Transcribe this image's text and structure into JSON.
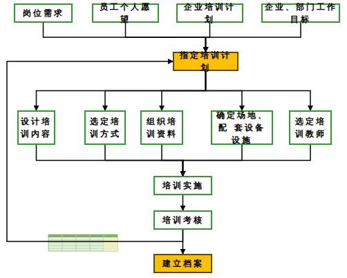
{
  "diagram": {
    "nodes": [
      {
        "text": [
          "岗位需求"
        ]
      },
      {
        "text": [
          "员工个人愿望"
        ]
      },
      {
        "text": [
          "企业培训计划"
        ]
      },
      {
        "text": [
          "企业、部门工作目标"
        ]
      },
      {
        "text": [
          "指定培训计划"
        ]
      },
      {
        "text": [
          "设计培 训内容"
        ]
      },
      {
        "text": [
          "选定培 训方式"
        ]
      },
      {
        "text": [
          "组织培 训资料"
        ]
      },
      {
        "text": [
          "确定场地、配 套设备设施"
        ]
      },
      {
        "text": [
          "选定培 训教师"
        ]
      },
      {
        "text": [
          "培训实施"
        ]
      },
      {
        "text": [
          "培训考核"
        ]
      },
      {
        "text": [
          "建立档案"
        ]
      }
    ],
    "edges": [
      {
        "from": 0,
        "to": 4,
        "arrow": "to"
      },
      {
        "from": 1,
        "to": 4,
        "arrow": "to"
      },
      {
        "from": 2,
        "to": 4,
        "arrow": "to"
      },
      {
        "from": 3,
        "to": 4,
        "arrow": "to"
      },
      {
        "from": 4,
        "to": 5,
        "arrow": "to"
      },
      {
        "from": 4,
        "to": 6,
        "arrow": "to"
      },
      {
        "from": 4,
        "to": 7,
        "arrow": "to"
      },
      {
        "from": 4,
        "to": 8,
        "arrow": "to"
      },
      {
        "from": 4,
        "to": 9,
        "arrow": "to"
      },
      {
        "from": 5,
        "to": 10,
        "arrow": "to"
      },
      {
        "from": 6,
        "to": 10,
        "arrow": "to"
      },
      {
        "from": 7,
        "to": 10,
        "arrow": "to"
      },
      {
        "from": 8,
        "to": 10,
        "arrow": "to"
      },
      {
        "from": 9,
        "to": 10,
        "arrow": "to"
      },
      {
        "from": 10,
        "to": 11,
        "arrow": "to"
      },
      {
        "from": 11,
        "to": 12,
        "arrow": "to"
      },
      {
        "from": 11,
        "to": 4,
        "arrow": "to"
      }
    ]
  }
}
